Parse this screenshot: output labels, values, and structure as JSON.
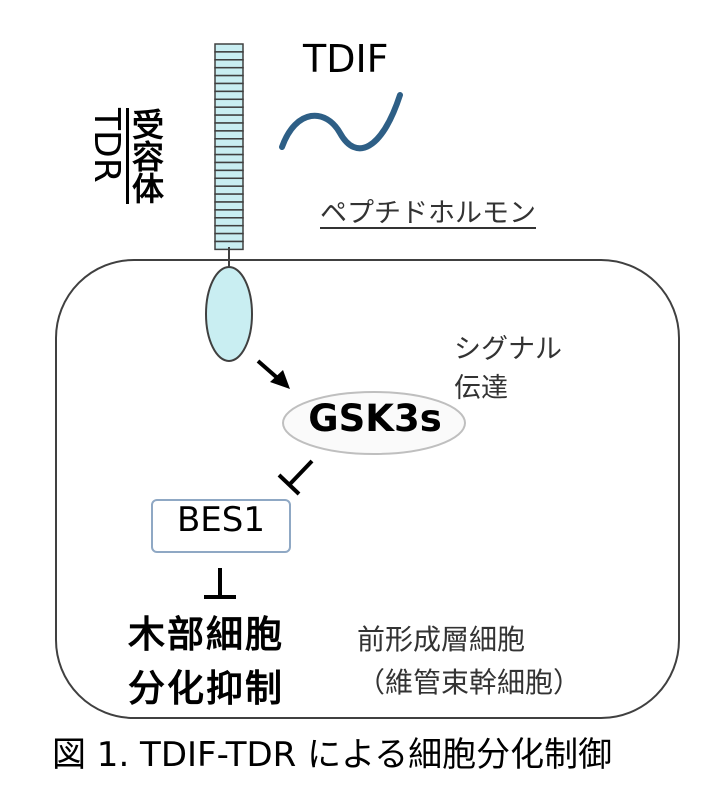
{
  "diagram": {
    "ligand_label": "TDIF",
    "ligand_class": "ペプチドホルモン",
    "receptor_label": "受容体",
    "receptor_name": "TDR",
    "signal_label": "シグナル\n伝達",
    "kinase_label": "GSK3s",
    "tf_label": "BES1",
    "outcome_label": "木部細胞\n分化抑制",
    "cell_label": "前形成層細胞\n（維管束幹細胞）"
  },
  "caption": "図 1. TDIF-TDR による細胞分化制御",
  "colors": {
    "receptor_fill": "#c9eef2",
    "kinase_domain_fill": "#c9eef2",
    "peptide_stroke": "#2e5f86",
    "bes1_border": "#8fa8c4",
    "gsk3s_border": "#bfbfbf"
  }
}
